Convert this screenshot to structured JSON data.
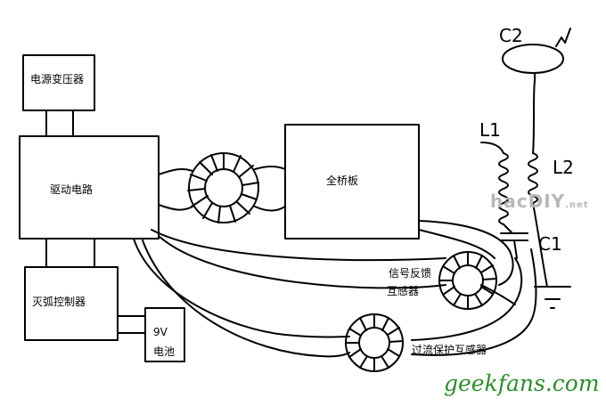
{
  "blocks": {
    "power_transformer": "电源变压器",
    "driver_circuit": "驱动电路",
    "full_bridge": "全桥板",
    "arc_controller": "灭弧控制器",
    "battery_voltage": "9V",
    "battery_name": "电池"
  },
  "transformers": {
    "feedback_line1": "信号反馈",
    "feedback_line2": "互感器",
    "overcurrent": "过流保护互感器"
  },
  "components": {
    "c2": "C2",
    "l1": "L1",
    "l2": "L2",
    "c1": "C1"
  },
  "watermarks": {
    "hacdiy": "hacDIY",
    "hacdiy_suffix": ".net",
    "geekfans": "geekfans.com"
  },
  "colors": {
    "line": "#000000",
    "watermark_green": "#2e8b2e",
    "watermark_grey": "#b8b8b8"
  }
}
